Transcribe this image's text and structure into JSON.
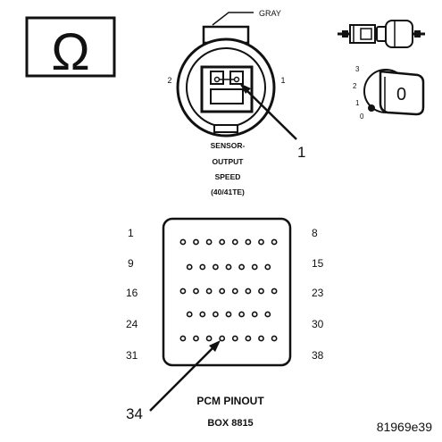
{
  "ohm_symbol": "Ω",
  "wire_color_label": "GRAY",
  "sensor_connector": {
    "pin_left": "2",
    "pin_right": "1",
    "callout": "1",
    "caption": [
      "SENSOR-",
      "OUTPUT",
      "SPEED",
      "(40/41TE)"
    ]
  },
  "ignition": {
    "positions": [
      "3",
      "2",
      "1",
      "0"
    ],
    "key_label": "0"
  },
  "pcm_connector": {
    "row_start_labels": [
      "1",
      "9",
      "16",
      "24",
      "31"
    ],
    "row_end_labels": [
      "8",
      "15",
      "23",
      "30",
      "38"
    ],
    "pins_per_row": [
      8,
      7,
      8,
      7,
      8
    ],
    "callout": "34",
    "title": "PCM PINOUT",
    "box_label": "BOX 8815"
  },
  "figure_id": "81969e39"
}
